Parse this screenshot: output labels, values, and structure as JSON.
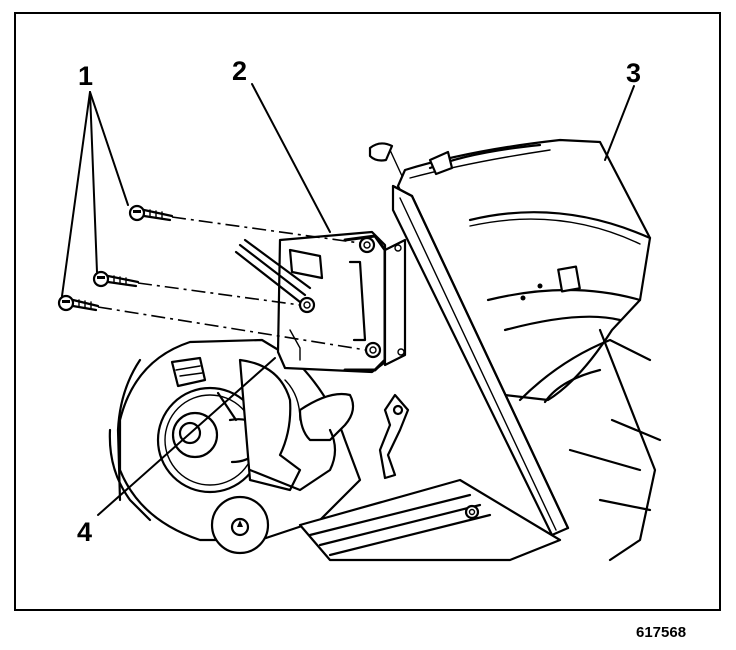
{
  "callouts": {
    "c1": "1",
    "c2": "2",
    "c3": "3",
    "c4": "4"
  },
  "figure_id": "617568",
  "colors": {
    "ink": "#000000",
    "paper": "#ffffff"
  }
}
